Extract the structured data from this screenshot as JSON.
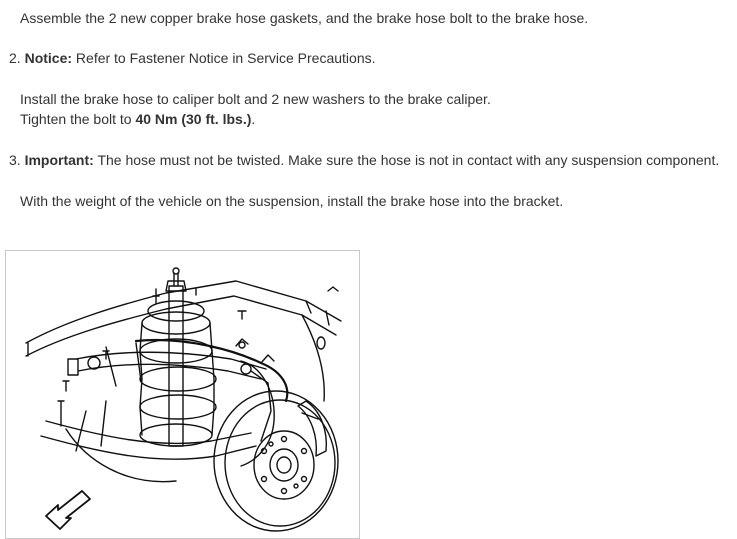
{
  "step1": {
    "text": "Assemble the 2 new copper brake hose gaskets, and the brake hose bolt to the brake hose."
  },
  "step2": {
    "number": "2.",
    "label": "Notice:",
    "text": "Refer to Fastener Notice in Service Precautions.",
    "instruction_1": "Install the brake hose to caliper bolt and 2 new washers to the brake caliper.",
    "instruction_2_prefix": "Tighten the bolt to",
    "torque": "40 Nm (30 ft. lbs.)",
    "instruction_2_suffix": "."
  },
  "step3": {
    "number": "3.",
    "label": "Important:",
    "text": "The hose must not be twisted. Make sure the hose is not in contact with any suspension component.",
    "instruction": "With the weight of the vehicle on the suspension, install the brake hose into the bracket."
  },
  "figure": {
    "subject": "front suspension with coil spring, control arms and brake rotor line drawing",
    "icons": [
      "direction-arrow-icon"
    ]
  }
}
